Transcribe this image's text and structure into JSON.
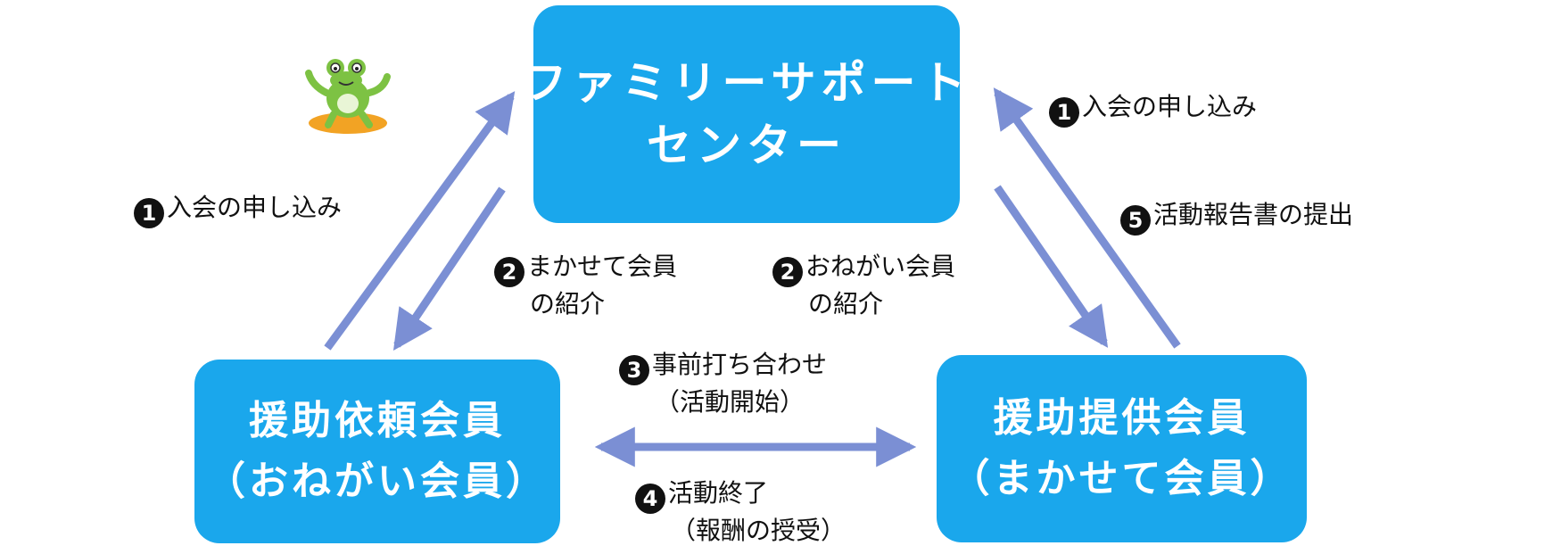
{
  "colors": {
    "box": "#1aa7ec",
    "arrow": "#7b8fd4",
    "text": "#111111"
  },
  "center_box": {
    "line1": "ファミリーサポート",
    "line2": "センター"
  },
  "left_box": {
    "line1": "援助依頼会員",
    "line2": "（おねがい会員）"
  },
  "right_box": {
    "line1": "援助提供会員",
    "line2": "（まかせて会員）"
  },
  "labels": {
    "left_apply": {
      "num": "1",
      "text": "入会の申し込み"
    },
    "right_apply": {
      "num": "1",
      "text": "入会の申し込み"
    },
    "report": {
      "num": "5",
      "text": "活動報告書の提出"
    },
    "intro_makasete": {
      "num": "2",
      "line1": "まかせて会員",
      "line2": "の紹介"
    },
    "intro_onegai": {
      "num": "2",
      "line1": "おねがい会員",
      "line2": "の紹介"
    },
    "meeting": {
      "num": "3",
      "line1": "事前打ち合わせ",
      "line2": "（活動開始）"
    },
    "end": {
      "num": "4",
      "line1": "活動終了",
      "line2": "（報酬の授受）"
    }
  },
  "mascot": {
    "icon": "frog-mascot-icon"
  }
}
